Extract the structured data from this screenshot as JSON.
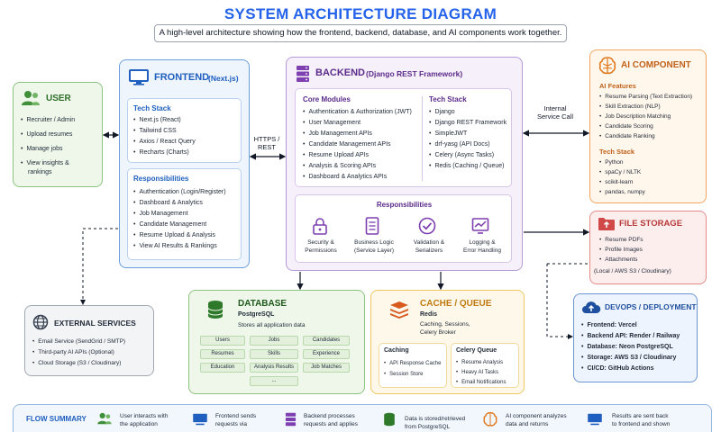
{
  "title": "SYSTEM ARCHITECTURE DIAGRAM",
  "subtitle": "A high-level architecture showing how the frontend, backend, database, and AI components work together.",
  "user": {
    "title": "USER",
    "items": [
      "Recruiter / Admin",
      "Upload resumes",
      "Manage jobs",
      "View insights &",
      "rankings"
    ]
  },
  "frontend": {
    "title": "FRONTEND",
    "subtitle": "(Next.js)",
    "tech_title": "Tech Stack",
    "tech": [
      "Next.js (React)",
      "Tailwind CSS",
      "Axios / React Query",
      "Recharts (Charts)"
    ],
    "resp_title": "Responsibilities",
    "resp": [
      "Authentication (Login/Register)",
      "Dashboard & Analytics",
      "Job Management",
      "Candidate Management",
      "Resume Upload & Analysis",
      "View AI Results & Rankings"
    ]
  },
  "backend": {
    "title": "BACKEND",
    "subtitle": "(Django REST Framework)",
    "core_title": "Core Modules",
    "core": [
      "Authentication & Authorization (JWT)",
      "User Management",
      "Job Management APIs",
      "Candidate Management APIs",
      "Resume Upload APIs",
      "Analysis & Scoring APIs",
      "Dashboard & Analytics APIs"
    ],
    "tech_title": "Tech Stack",
    "tech": [
      "Django",
      "Django REST Framework",
      "SimpleJWT",
      "drf-yasg (API Docs)",
      "Celery (Async Tasks)",
      "Redis (Caching / Queue)"
    ],
    "resp_title": "Responsibilities",
    "resp": [
      {
        "l1": "Security &",
        "l2": "Permissions"
      },
      {
        "l1": "Business Logic",
        "l2": "(Service Layer)"
      },
      {
        "l1": "Validation &",
        "l2": "Serializers"
      },
      {
        "l1": "Logging &",
        "l2": "Error Handling"
      }
    ]
  },
  "ai": {
    "title": "AI COMPONENT",
    "features_title": "AI Features",
    "features": [
      "Resume Parsing (Text Extraction)",
      "Skill Extraction (NLP)",
      "Job Description Matching",
      "Candidate Scoring",
      "Candidate Ranking"
    ],
    "tech_title": "Tech Stack",
    "tech": [
      "Python",
      "spaCy / NLTK",
      "scikit-learn",
      "pandas, numpy"
    ]
  },
  "file_storage": {
    "title": "FILE STORAGE",
    "items": [
      "Resume PDFs",
      "Profile Images",
      "Attachments"
    ],
    "note": "(Local / AWS S3 / Cloudinary)"
  },
  "devops": {
    "title": "DEVOPS / DEPLOYMENT",
    "items": [
      "Frontend: Vercel",
      "Backend API: Render / Railway",
      "Database: Neon PostgreSQL",
      "Storage: AWS S3 / Cloudinary",
      "CI/CD: GitHub Actions"
    ]
  },
  "external": {
    "title": "EXTERNAL SERVICES",
    "items": [
      "Email Service (SendGrid / SMTP)",
      "Third-party AI APIs (Optional)",
      "Cloud Storage (S3 / Cloudinary)"
    ]
  },
  "database": {
    "title": "DATABASE",
    "subtitle": "PostgreSQL",
    "desc": "Stores all application data",
    "tables": [
      "Users",
      "Jobs",
      "Candidates",
      "Resumes",
      "Skills",
      "Experience",
      "Education",
      "Analysis Results",
      "Job Matches",
      "..."
    ]
  },
  "cache": {
    "title": "CACHE / QUEUE",
    "subtitle": "Redis",
    "desc1": "Caching, Sessions,",
    "desc2": "Celery Broker",
    "caching_title": "Caching",
    "caching": [
      "API Response Cache",
      "Session Store"
    ],
    "celery_title": "Celery Queue",
    "celery": [
      "Resume Analysis",
      "Heavy AI Tasks",
      "Email Notifications"
    ]
  },
  "arrows": {
    "https_1": "HTTPS /",
    "https_2": "REST",
    "internal_1": "Internal",
    "internal_2": "Service Call"
  },
  "flow": {
    "title": "FLOW SUMMARY",
    "steps": [
      {
        "l1": "User interacts with",
        "l2": "the application"
      },
      {
        "l1": "Frontend sends",
        "l2": "requests via"
      },
      {
        "l1": "Backend processes",
        "l2": "requests and applies"
      },
      {
        "l1": "Data is stored/retrieved",
        "l2": "from PostgreSQL"
      },
      {
        "l1": "AI component analyzes",
        "l2": "data and returns"
      },
      {
        "l1": "Results are sent back",
        "l2": "to frontend and shown"
      }
    ]
  },
  "colors": {
    "title": "#2563eb",
    "user": "#3f8f3a",
    "frontend": "#1f5fbf",
    "backend": "#7e3fb0",
    "ai": "#e07a1f",
    "file": "#d14848",
    "devops": "#1f4f9f",
    "database": "#2f7a2a",
    "cache": "#d08a12",
    "external": "#374151"
  }
}
